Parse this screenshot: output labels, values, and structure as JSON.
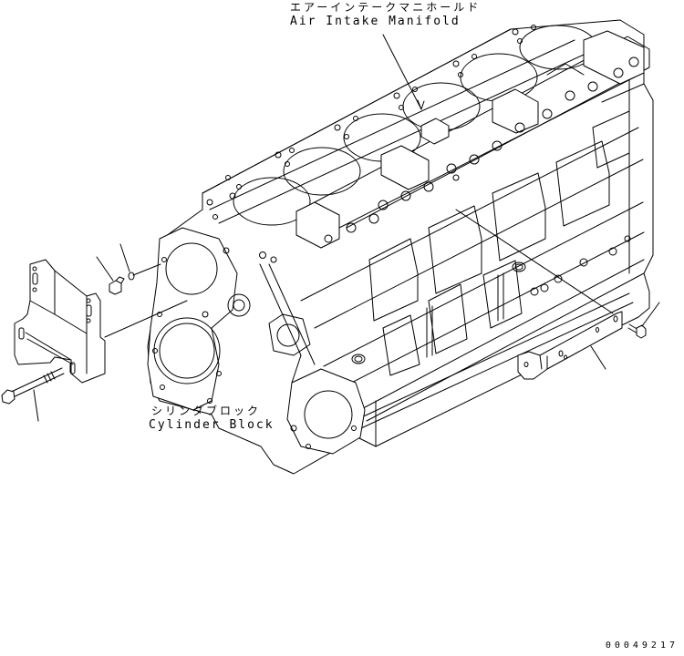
{
  "diagram": {
    "type": "exploded-parts-drawing",
    "subject": "Engine cylinder block with attached parts",
    "line_color": "#000000",
    "background": "#ffffff",
    "labels": {
      "air_intake_manifold": {
        "jp": "エアーインテークマニホールド",
        "en": "Air Intake Manifold"
      },
      "cylinder_block": {
        "jp": "シリンダブロック",
        "en": "Cylinder Block"
      }
    },
    "part_number": "00049217",
    "callouts": [
      {
        "id": "air-intake-manifold-leader",
        "target": "air intake manifold sensor"
      },
      {
        "id": "plug-leader",
        "target": "plug bolt"
      },
      {
        "id": "pin-leader",
        "target": "dowel pin"
      },
      {
        "id": "bracket-bolt-leader",
        "target": "long bolt"
      },
      {
        "id": "rail-leader",
        "target": "side rail bracket"
      },
      {
        "id": "rail-bolt-leader",
        "target": "flange bolt"
      }
    ],
    "cylinders": 6
  }
}
